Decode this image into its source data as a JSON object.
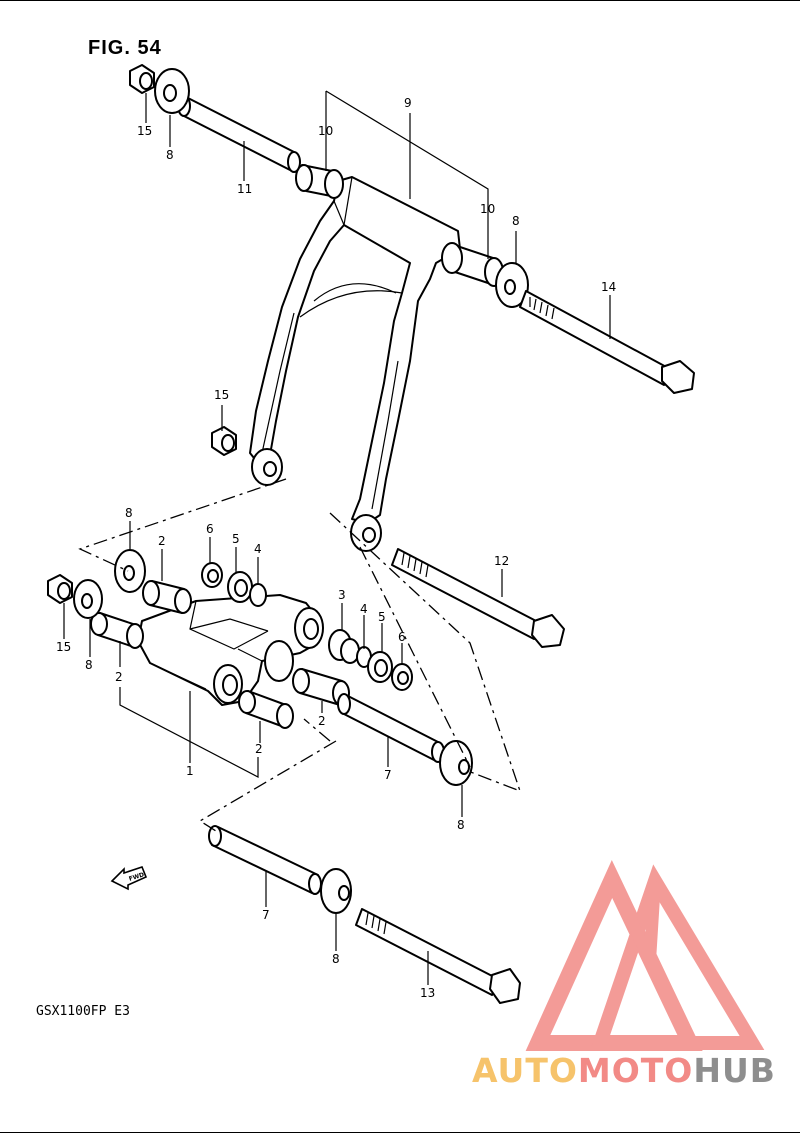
{
  "figure": {
    "title": "FIG. 54",
    "model": "GSX1100FP E3",
    "fwd_label": "FWD"
  },
  "callouts": [
    {
      "id": "c9",
      "label": "9"
    },
    {
      "id": "c10a",
      "label": "10"
    },
    {
      "id": "c10b",
      "label": "10"
    },
    {
      "id": "c15a",
      "label": "15"
    },
    {
      "id": "c8a",
      "label": "8"
    },
    {
      "id": "c11",
      "label": "11"
    },
    {
      "id": "c8b",
      "label": "8"
    },
    {
      "id": "c14",
      "label": "14"
    },
    {
      "id": "c15b",
      "label": "15"
    },
    {
      "id": "c8c",
      "label": "8"
    },
    {
      "id": "c6a",
      "label": "6"
    },
    {
      "id": "c5a",
      "label": "5"
    },
    {
      "id": "c4a",
      "label": "4"
    },
    {
      "id": "c2a",
      "label": "2"
    },
    {
      "id": "c12",
      "label": "12"
    },
    {
      "id": "c15c",
      "label": "15"
    },
    {
      "id": "c8d",
      "label": "8"
    },
    {
      "id": "c2b",
      "label": "2"
    },
    {
      "id": "c3",
      "label": "3"
    },
    {
      "id": "c4b",
      "label": "4"
    },
    {
      "id": "c5b",
      "label": "5"
    },
    {
      "id": "c6b",
      "label": "6"
    },
    {
      "id": "c2c",
      "label": "2"
    },
    {
      "id": "c2d",
      "label": "2"
    },
    {
      "id": "c1",
      "label": "1"
    },
    {
      "id": "c7a",
      "label": "7"
    },
    {
      "id": "c8e",
      "label": "8"
    },
    {
      "id": "c7b",
      "label": "7"
    },
    {
      "id": "c8f",
      "label": "8"
    },
    {
      "id": "c13",
      "label": "13"
    }
  ],
  "watermark": {
    "part1": "AUTO",
    "part2": "MOTO",
    "part3": "HUB",
    "colors": {
      "auto": "#f6c36b",
      "moto": "#f28a86",
      "hub": "#8e8e8e",
      "logo": "#f28a86"
    }
  }
}
